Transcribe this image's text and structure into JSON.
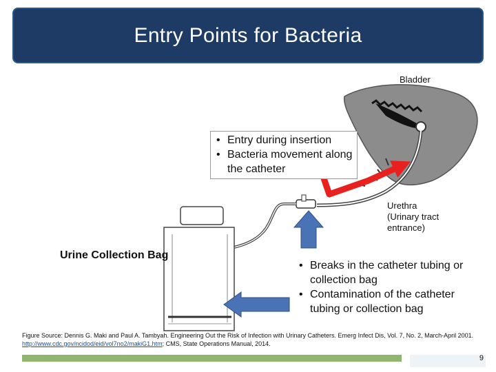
{
  "slide": {
    "title": "Entry Points for Bacteria",
    "page_number": "9"
  },
  "labels": {
    "bladder": "Bladder",
    "urethra_line1": "Urethra",
    "urethra_line2": "(Urinary tract",
    "urethra_line3": "entrance)",
    "bag": "Urine Collection Bag"
  },
  "callout_top": {
    "items": [
      "Entry during insertion",
      "Bacteria movement along the catheter"
    ]
  },
  "callout_bottom": {
    "items": [
      "Breaks in the catheter tubing or collection bag",
      "Contamination of the catheter tubing or collection bag"
    ]
  },
  "source": {
    "prefix": "Figure Source: Dennis G. Maki and Paul A. Tambyah. Engineering Out the Risk of Infection with Urinary Catheters. Emerg Infect Dis, Vol. 7, No. 2, March-April 2001. ",
    "link": "http://www.cdc.gov/ncidod/eid/vol7no2/makiG1.htm",
    "suffix": "; CMS, State Operations Manual, 2014."
  },
  "colors": {
    "title_bg": "#1d3b64",
    "red_arrow": "#e8201e",
    "blue_arrow": "#4a73b5",
    "footer_green": "#8fb56f"
  }
}
